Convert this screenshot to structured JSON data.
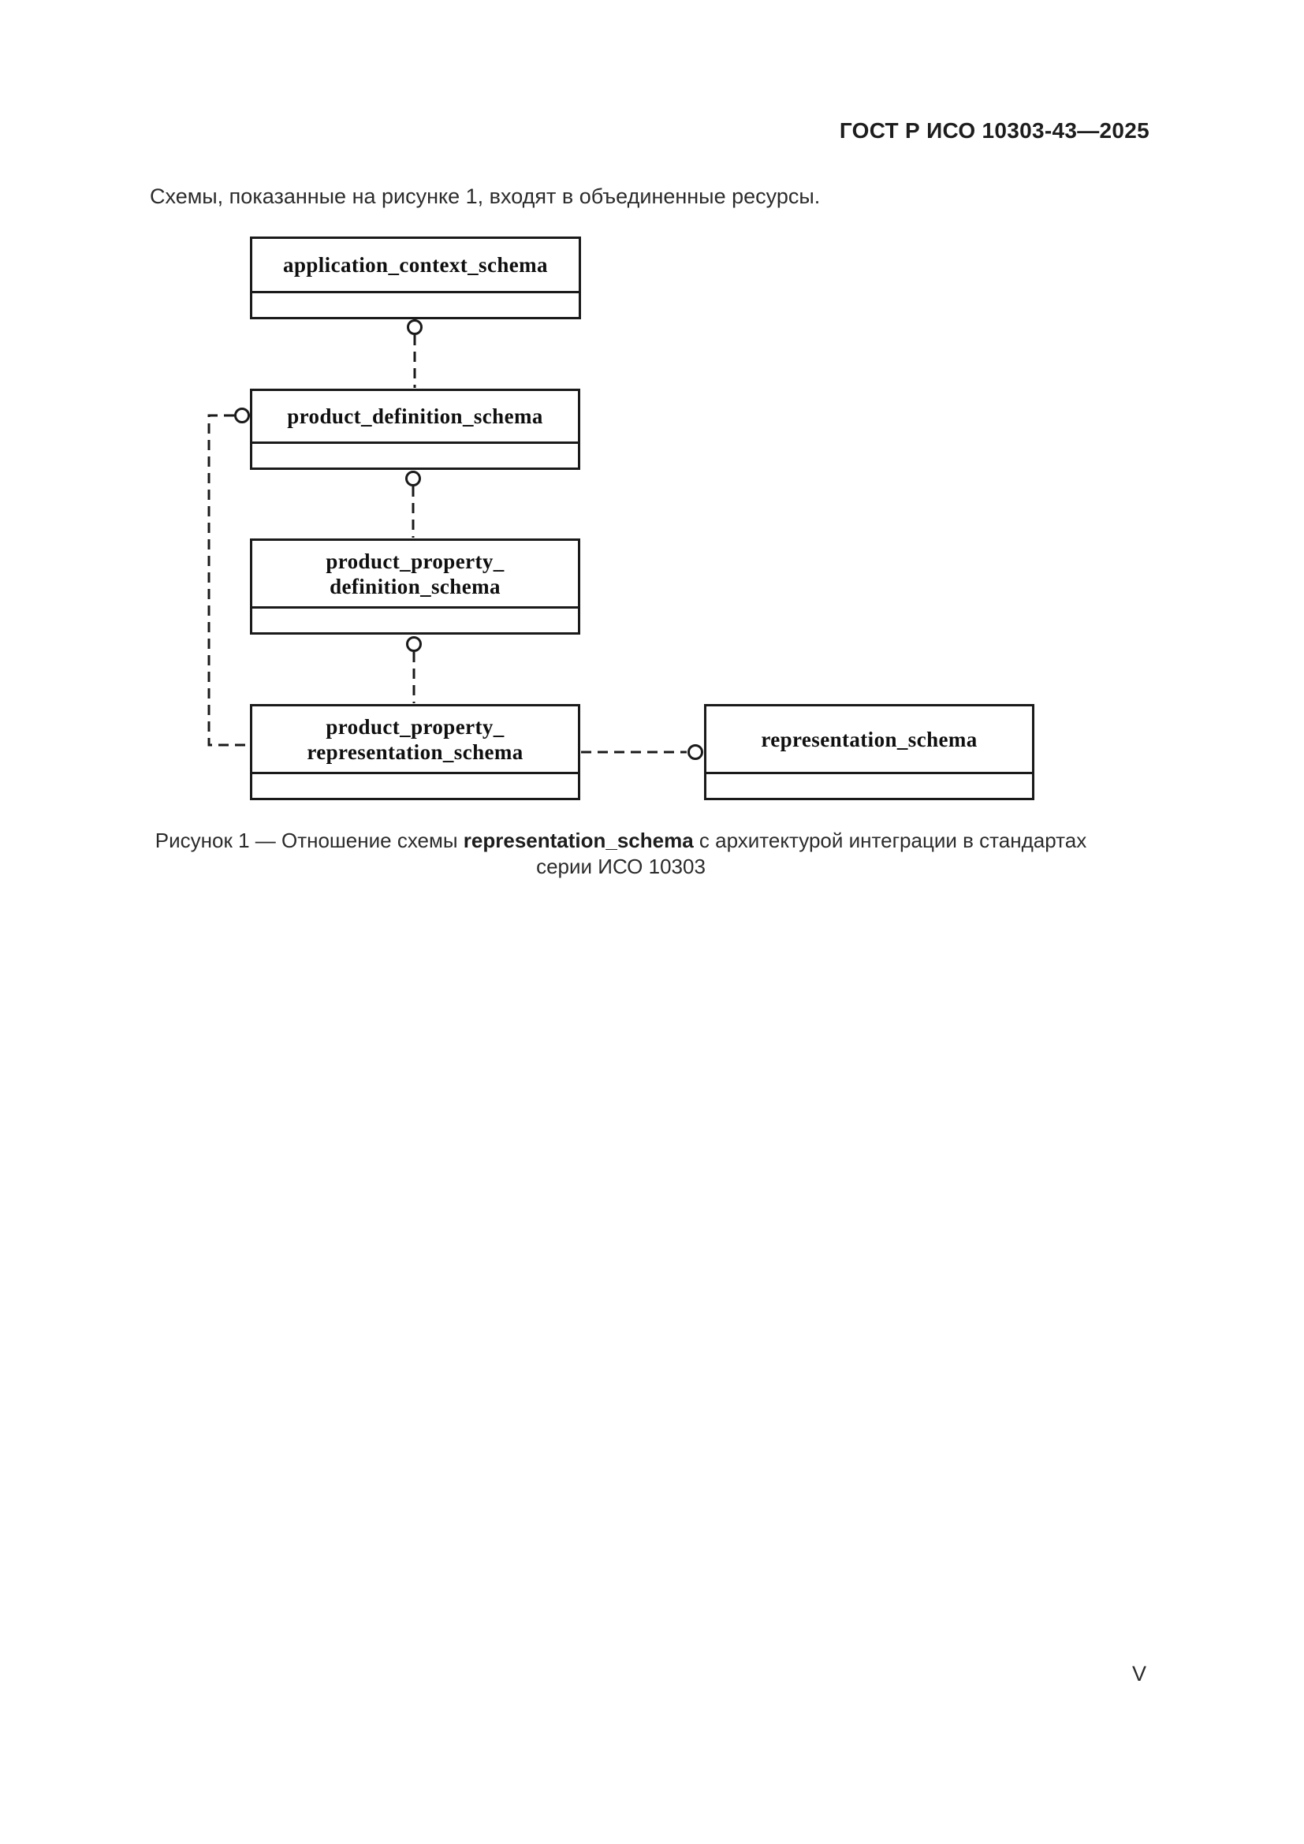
{
  "page": {
    "header": "ГОСТ Р ИСО 10303-43—2025",
    "intro": "Схемы, показанные на рисунке 1, входят в объединенные ресурсы.",
    "page_number": "V",
    "ink_color": "#1a1a1a",
    "background_color": "#ffffff"
  },
  "diagram": {
    "boxes": [
      {
        "name": "application_context_schema",
        "lines": [
          "application_context_schema"
        ]
      },
      {
        "name": "product_definition_schema",
        "lines": [
          "product_definition_schema"
        ]
      },
      {
        "name": "product_property_definition_schema",
        "lines": [
          "product_property_",
          "definition_schema"
        ]
      },
      {
        "name": "product_property_representation_schema",
        "lines": [
          "product_property_",
          "representation_schema"
        ]
      },
      {
        "name": "representation_schema",
        "lines": [
          "representation_schema"
        ]
      }
    ],
    "connections": [
      {
        "from": "product_definition_schema",
        "to": "application_context_schema",
        "line": "dashed",
        "circle_at": "application_context_schema"
      },
      {
        "from": "product_property_definition_schema",
        "to": "product_definition_schema",
        "line": "dashed",
        "circle_at": "product_definition_schema"
      },
      {
        "from": "product_property_representation_schema",
        "to": "product_property_definition_schema",
        "line": "dashed",
        "circle_at": "product_property_definition_schema"
      },
      {
        "from": "product_property_representation_schema",
        "to": "product_definition_schema",
        "line": "dashed",
        "circle_at": "product_definition_schema"
      },
      {
        "from": "product_property_representation_schema",
        "to": "representation_schema",
        "line": "dashed",
        "circle_at": "representation_schema"
      }
    ]
  },
  "caption": {
    "prefix": "Рисунок 1 — Отношение схемы ",
    "term": "representation_schema",
    "suffix": " с архитектурой интеграции в стандартах",
    "line2": "серии ИСО 10303"
  }
}
